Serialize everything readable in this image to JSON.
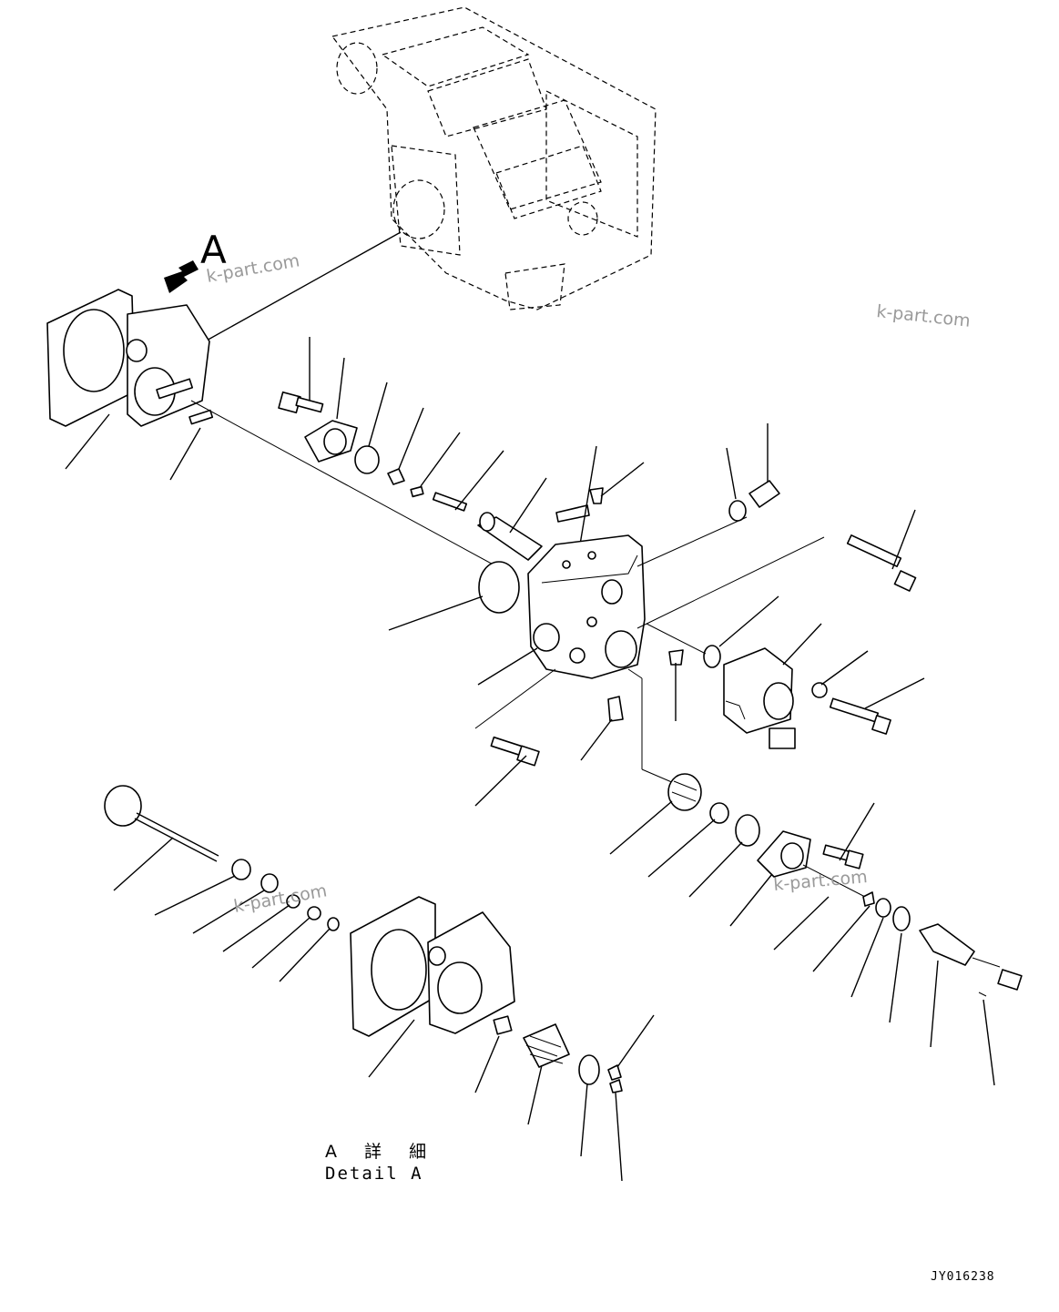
{
  "view_arrow_label": "A",
  "detail_label_jp": "A 詳 細",
  "detail_label_en": "Detail A",
  "drawing_number": "JY016238",
  "watermark": "k-part.com"
}
